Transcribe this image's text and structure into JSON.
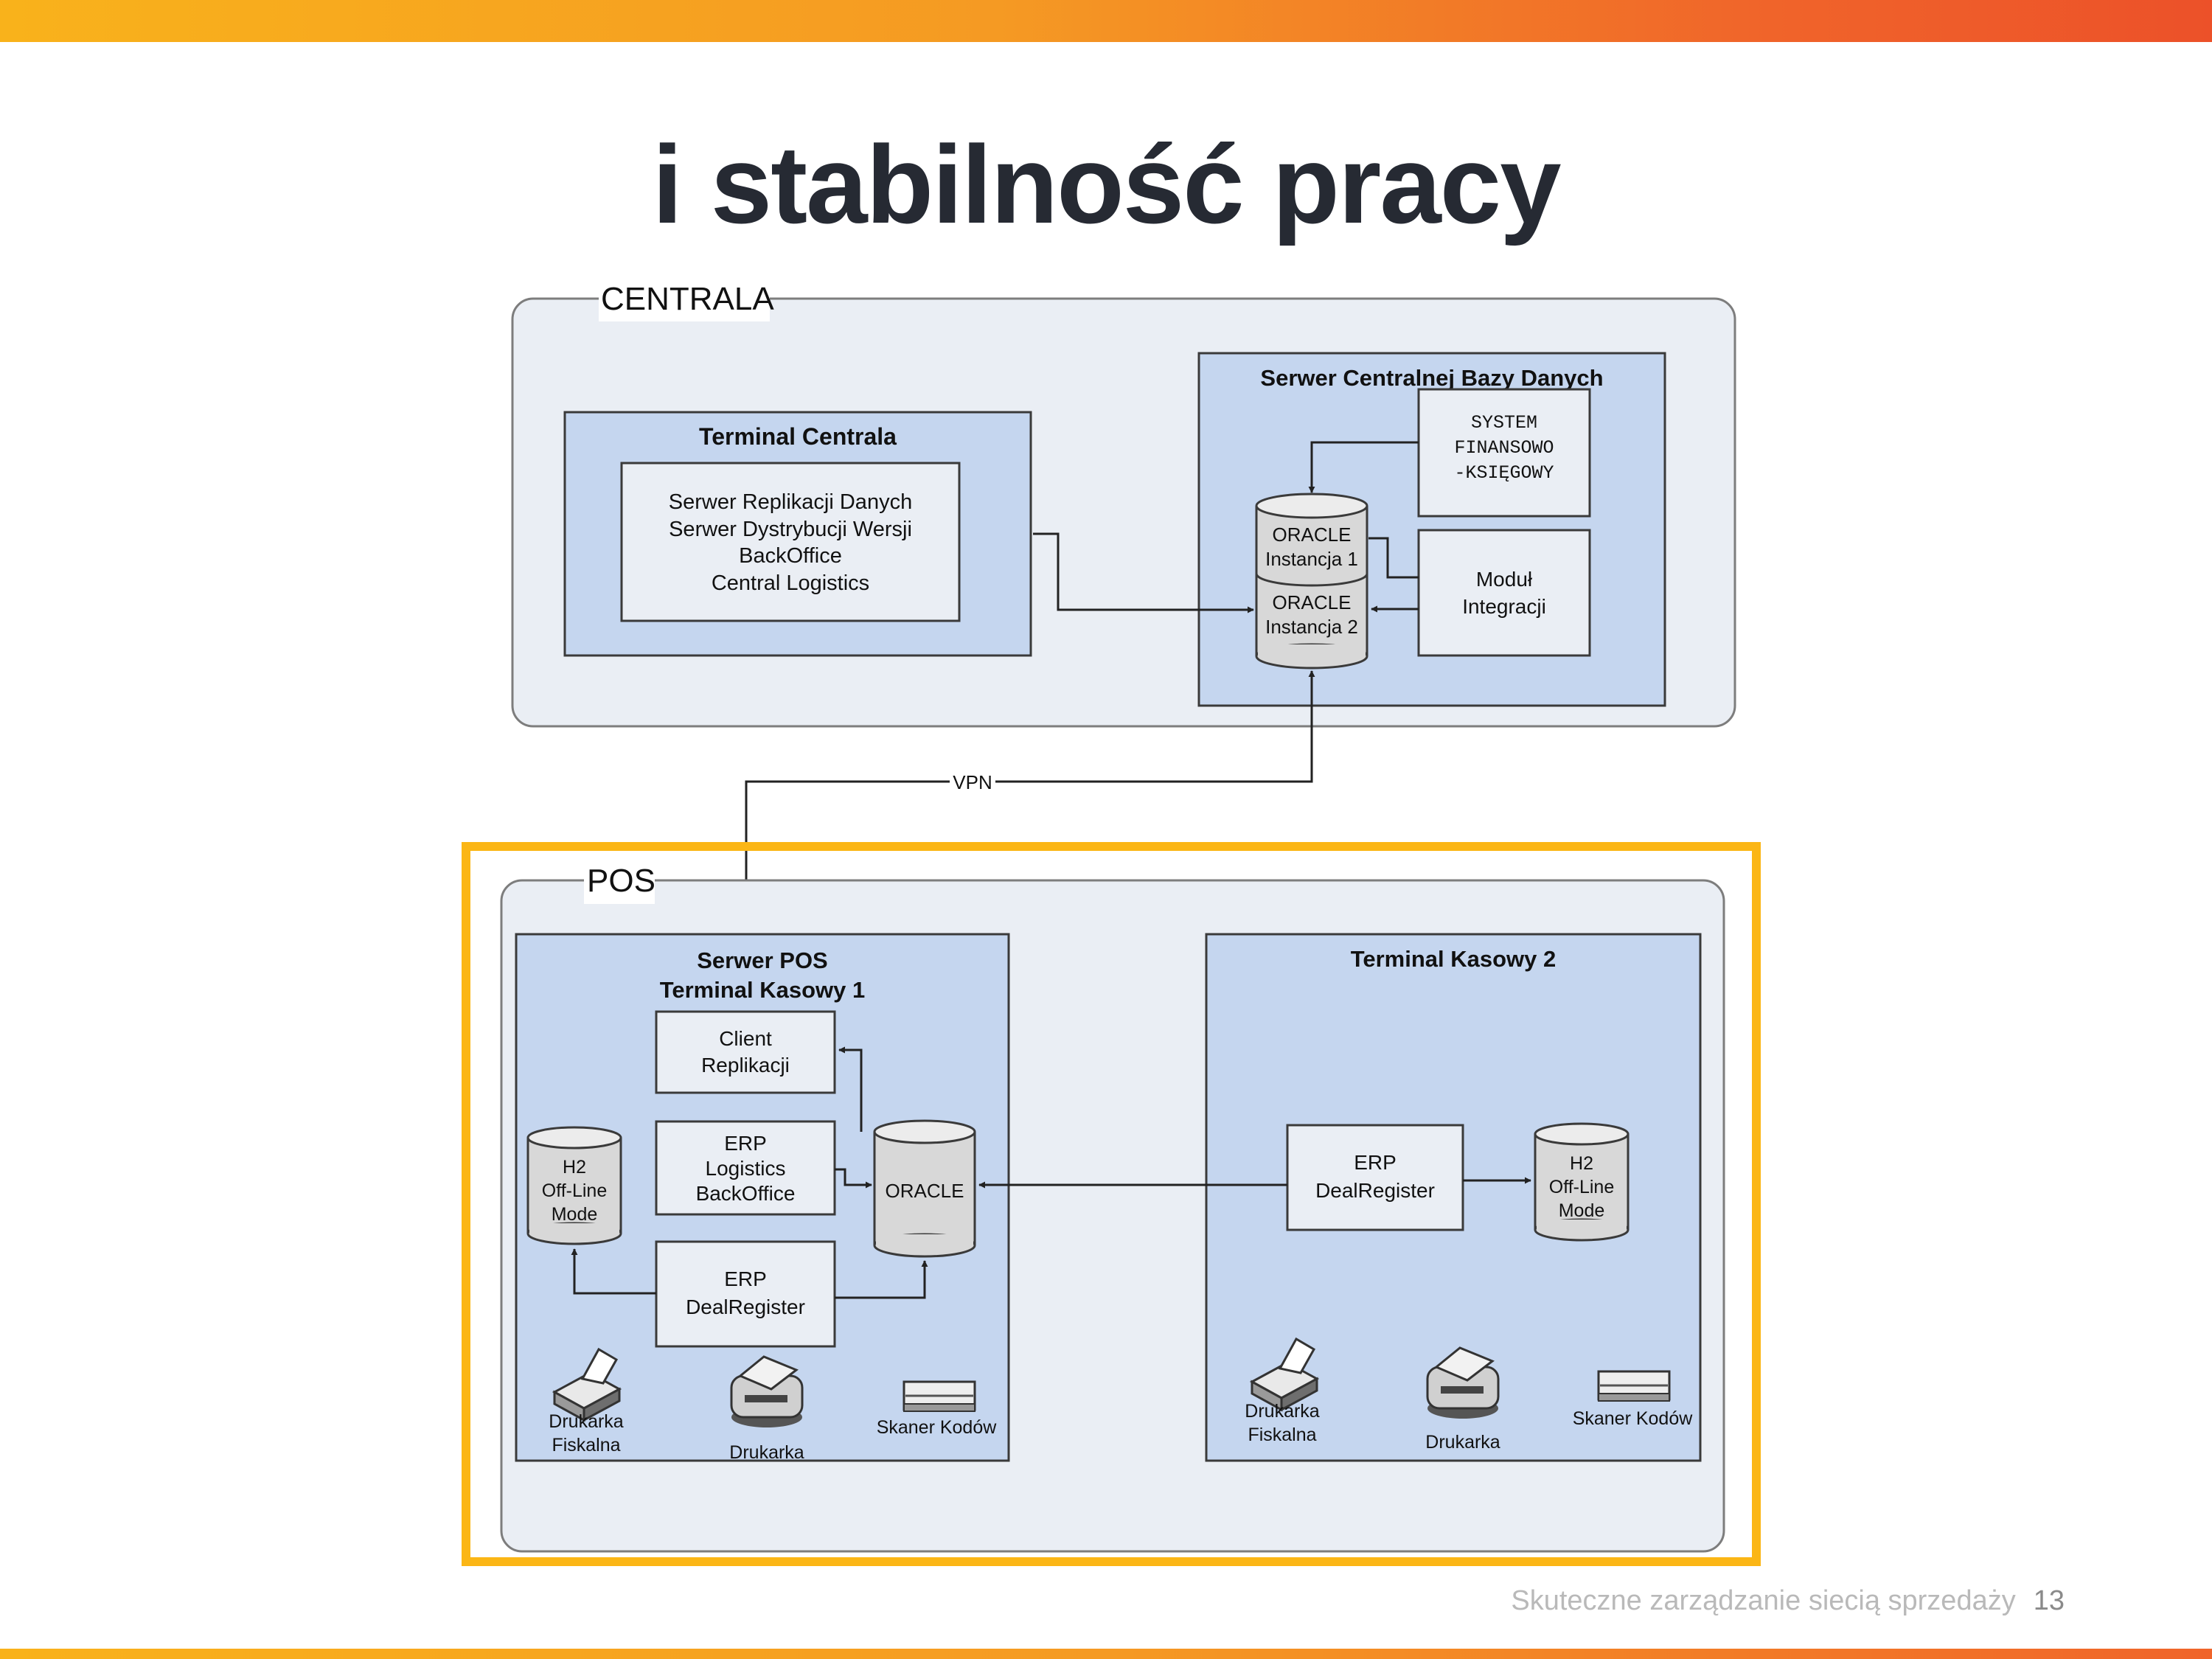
{
  "slide": {
    "title": "i stabilność pracy",
    "footer_text": "Skuteczne zarządzanie siecią sprzedaży",
    "page_number": "13"
  },
  "diagram": {
    "centrala": {
      "label": "CENTRALA",
      "terminal_centrala": {
        "title": "Terminal Centrala",
        "services": [
          "Serwer Replikacji Danych",
          "Serwer Dystrybucji Wersji",
          "BackOffice",
          "Central Logistics"
        ]
      },
      "db_server": {
        "title": "Serwer Centralnej Bazy Danych",
        "system_fk": [
          "SYSTEM",
          "FINANSOWO",
          "-KSIĘGOWY"
        ],
        "oracle1": [
          "ORACLE",
          "Instancja 1"
        ],
        "oracle2": [
          "ORACLE",
          "Instancja 2"
        ],
        "modul": [
          "Moduł",
          "Integracji"
        ]
      }
    },
    "vpn_label": "VPN",
    "pos": {
      "label": "POS",
      "server": {
        "title": [
          "Serwer POS",
          "Terminal Kasowy 1"
        ],
        "client_replikacji": [
          "Client",
          "Replikacji"
        ],
        "erp_logistics": [
          "ERP",
          "Logistics",
          "BackOffice"
        ],
        "erp_dealregister": [
          "ERP",
          "DealRegister"
        ],
        "oracle": "ORACLE",
        "h2": [
          "H2",
          "Off-Line",
          "Mode"
        ],
        "devices": {
          "fiscal_printer": [
            "Drukarka",
            "Fiskalna"
          ],
          "printer": "Drukarka",
          "scanner": "Skaner Kodów"
        }
      },
      "terminal2": {
        "title": "Terminal Kasowy 2",
        "erp_dealregister": [
          "ERP",
          "DealRegister"
        ],
        "h2": [
          "H2",
          "Off-Line",
          "Mode"
        ],
        "devices": {
          "fiscal_printer": [
            "Drukarka",
            "Fiskalna"
          ],
          "printer": "Drukarka",
          "scanner": "Skaner Kodów"
        }
      }
    }
  }
}
